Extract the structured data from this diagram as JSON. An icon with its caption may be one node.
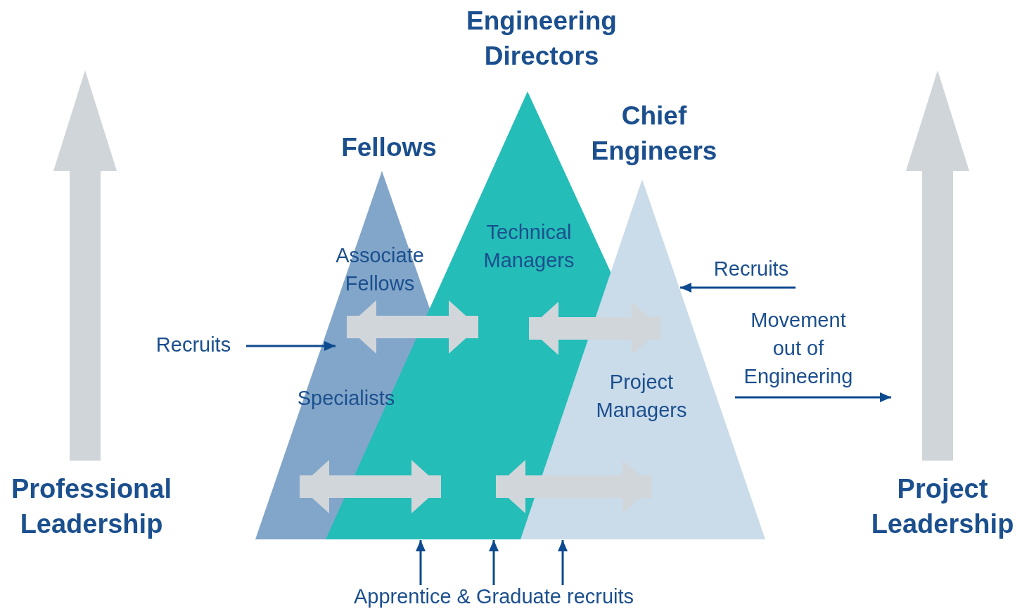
{
  "diagram": {
    "nodes": [
      {
        "text": [
          "Fellows",
          "Associate Fellows",
          "Specialists"
        ]
      },
      {
        "text": [
          "Engineering Directors",
          "Technical Managers"
        ]
      },
      {
        "text": [
          "Chief Engineers",
          "Project Managers"
        ]
      },
      {
        "text": [
          "Recruits"
        ]
      },
      {
        "text": [
          "Recruits"
        ]
      },
      {
        "text": [
          "Movement out of Engineering"
        ]
      },
      {
        "text": [
          "Apprentice & Graduate recruits"
        ]
      }
    ],
    "edges": [
      {
        "from": 0,
        "to": 1,
        "arrow": "both",
        "style": "thick",
        "color": "#d1d6db"
      },
      {
        "from": 1,
        "to": 2,
        "arrow": "both",
        "style": "thick",
        "color": "#d1d6db"
      },
      {
        "from": 0,
        "to": 1,
        "arrow": "both",
        "style": "thick",
        "color": "#d1d6db"
      },
      {
        "from": 1,
        "to": 2,
        "arrow": "both",
        "style": "thick",
        "color": "#d1d6db"
      },
      {
        "from": 3,
        "to": 0,
        "arrow": "to"
      },
      {
        "from": 4,
        "to": 2,
        "arrow": "to"
      },
      {
        "from": 5,
        "to": null,
        "arrow": "to"
      },
      {
        "from": 6,
        "to": 0,
        "arrow": "to"
      },
      {
        "from": 6,
        "to": 1,
        "arrow": "to"
      },
      {
        "from": 6,
        "to": 2,
        "arrow": "to"
      }
    ],
    "labels": [
      "Professional Leadership",
      "Project Leadership"
    ]
  }
}
